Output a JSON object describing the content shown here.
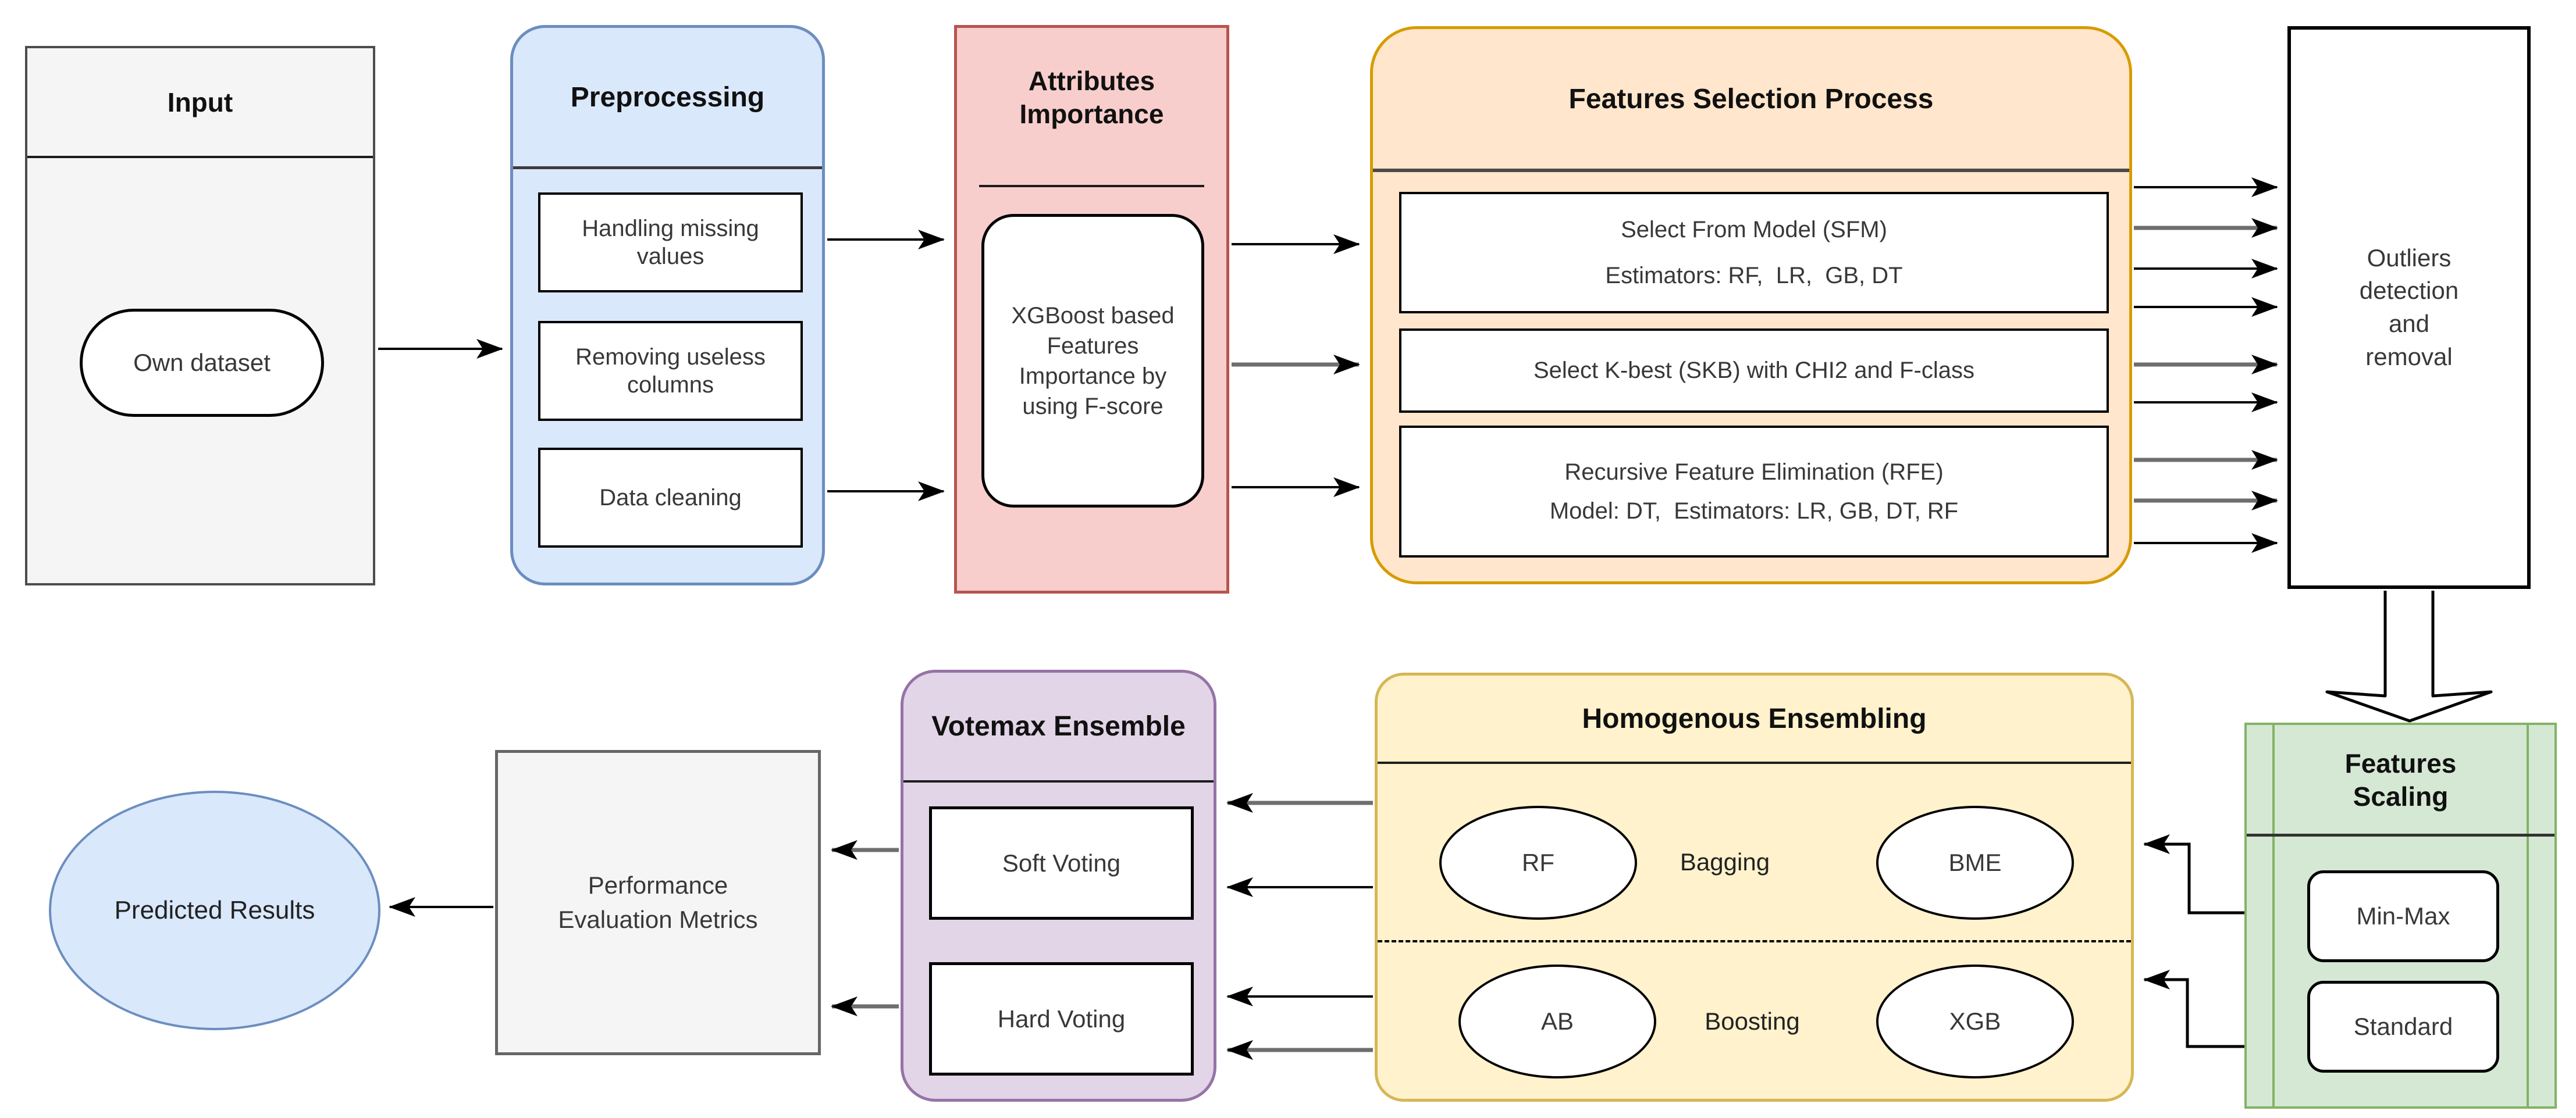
{
  "input": {
    "title": "Input",
    "dataset_label": "Own dataset"
  },
  "preprocessing": {
    "title": "Preprocessing",
    "items": [
      "Handling missing values",
      "Removing useless columns",
      "Data cleaning"
    ]
  },
  "attributes_importance": {
    "title": "Attributes Importance",
    "method_label": "XGBoost based Features Importance by using F-score"
  },
  "features_selection": {
    "title": "Features Selection Process",
    "methods": [
      {
        "lines": [
          "Select From Model (SFM)",
          "Estimators: RF,  LR,  GB, DT"
        ]
      },
      {
        "lines": [
          "Select K-best (SKB) with CHI2 and F-class"
        ]
      },
      {
        "lines": [
          "Recursive Feature Elimination (RFE)",
          "Model: DT,  Estimators: LR, GB, DT, RF"
        ]
      }
    ]
  },
  "outliers": {
    "label": "Outliers detection and removal"
  },
  "features_scaling": {
    "title": "Features Scaling",
    "items": [
      "Min-Max",
      "Standard"
    ]
  },
  "homogenous_ensembling": {
    "title": "Homogenous Ensembling",
    "bagging": {
      "label": "Bagging",
      "left": "RF",
      "right": "BME"
    },
    "boosting": {
      "label": "Boosting",
      "left": "AB",
      "right": "XGB"
    }
  },
  "votemax_ensemble": {
    "title": "Votemax Ensemble",
    "items": [
      "Soft Voting",
      "Hard Voting"
    ]
  },
  "performance": {
    "label": "Performance Evaluation Metrics"
  },
  "predicted": {
    "label": "Predicted Results"
  },
  "colors": {
    "gray_fill": "#f5f5f5",
    "gray_border": "#666666",
    "blue_fill": "#dae8fc",
    "blue_border": "#6c8ebf",
    "red_fill": "#f8cecc",
    "red_border": "#b85450",
    "orange_fill": "#ffe6cc",
    "orange_border": "#d79b00",
    "yellow_fill": "#fff2cc",
    "yellow_border": "#d6b656",
    "green_fill": "#d5e8d4",
    "green_border": "#82b366",
    "purple_fill": "#e1d5e7",
    "purple_border": "#9673a6",
    "line": "#000000",
    "line_alt": "#6e6e6e"
  }
}
